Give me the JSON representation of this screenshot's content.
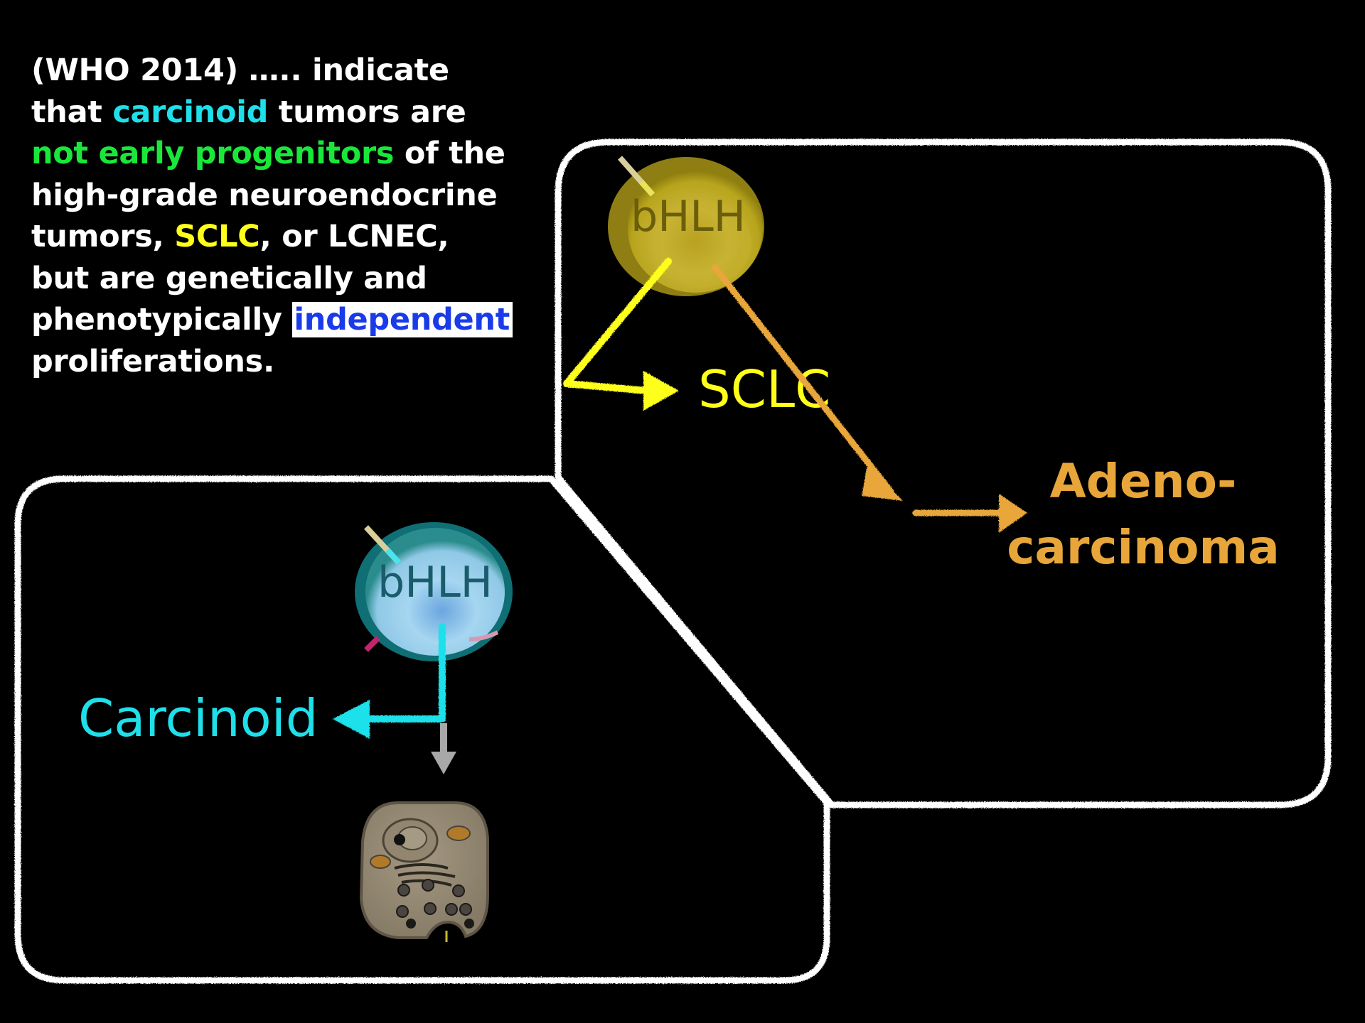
{
  "intro": {
    "line1": "(WHO 2014) …..  indicate",
    "line2_a": "that ",
    "line2_b": "carcinoid",
    "line2_c": " tumors are",
    "line3_a": "not early progenitors",
    "line3_b": " of the",
    "line4": "high-grade neuroendocrine",
    "line5_a": "tumors, ",
    "line5_b": "SCLC",
    "line5_c": ", or LCNEC,",
    "line6": "but are genetically and",
    "line7_a": "phenotypically ",
    "line7_b": "independent",
    "line8": "proliferations."
  },
  "diagram": {
    "upper_cell_label": "bHLH",
    "lower_cell_label": "bHLH",
    "sclc_label": "SCLC",
    "adeno_line1": "Adeno-",
    "adeno_line2": "carcinoma",
    "carcinoid_label": "Carcinoid"
  },
  "colors": {
    "background": "#000000",
    "text": "#ffffff",
    "carcinoid": "#1fe0ea",
    "progenitor": "#19e83a",
    "sclc": "#ffff1a",
    "independent": "#1a3be8",
    "adeno": "#e8a63a",
    "upper_cell": "#b8a51c",
    "lower_cell": "#9ad0ec"
  },
  "icons": [
    "yellow-bhlh-cell-icon",
    "blue-bhlh-cell-icon",
    "neuroendocrine-cell-icon"
  ]
}
